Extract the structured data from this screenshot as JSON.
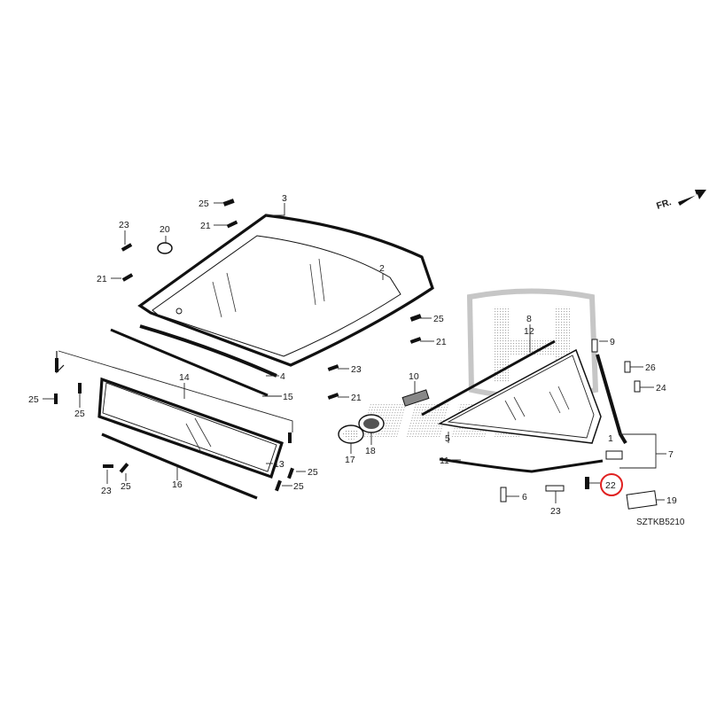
{
  "diagram": {
    "direction_label": "FR.",
    "diagram_code": "SZTKB5210",
    "highlighted_callout": "22",
    "callouts": {
      "c25a": "25",
      "c21a": "21",
      "c3": "3",
      "c23a": "23",
      "c20": "20",
      "c21b": "21",
      "c2": "2",
      "c4": "4",
      "c15": "15",
      "c14": "14",
      "c25b": "25",
      "c25c": "25",
      "c13": "13",
      "c16": "16",
      "c23b": "23",
      "c25d": "25",
      "c25e": "25",
      "c25f": "25",
      "c25g": "25",
      "c21c": "21",
      "c23c": "23",
      "c21d": "21",
      "c10": "10",
      "c17": "17",
      "c18": "18",
      "c8": "8",
      "c12": "12",
      "c9": "9",
      "c26": "26",
      "c24": "24",
      "c5": "5",
      "c11": "11",
      "c1": "1",
      "c7": "7",
      "c6": "6",
      "c23d": "23",
      "c22": "22",
      "c19": "19"
    }
  }
}
